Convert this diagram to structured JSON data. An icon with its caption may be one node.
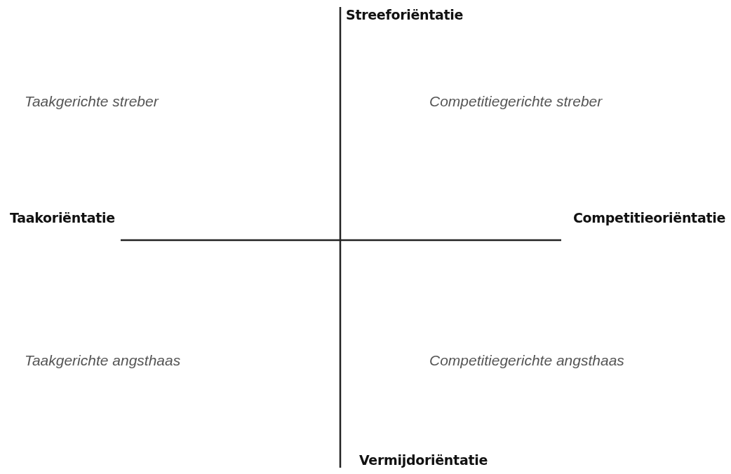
{
  "diagram": {
    "labels": [
      "Streeforiëntatie",
      "Taakgerichte streber",
      "Competitiegerichte streber",
      "Taakoriëntatie",
      "Competitieoriëntatie",
      "Taakgerichte angsthaas",
      "Competitiegerichte angsthaas",
      "Vermijdoriëntatie"
    ]
  }
}
